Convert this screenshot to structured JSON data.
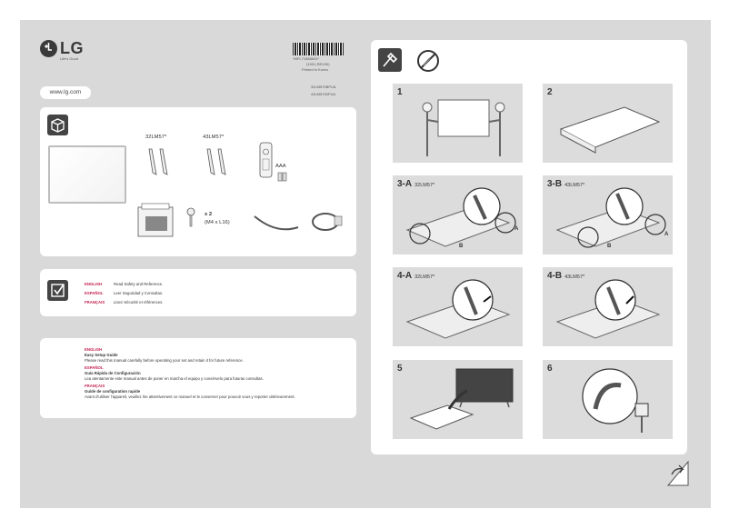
{
  "brand": {
    "name": "LG",
    "tagline": "Life's Good"
  },
  "barcode": {
    "text": "*MFL71688603*",
    "code": "(1901-REV00)",
    "printed": "Printed in Korea"
  },
  "models_header": [
    "32LM570BPUA",
    "43LM5700PUA"
  ],
  "website": "www.lg.com",
  "contents": {
    "models": [
      "32LM57*",
      "43LM57*"
    ],
    "battery": "AAA",
    "screw_qty": "x 2",
    "screw_size": "(M4 x L16)"
  },
  "safety": [
    {
      "lang": "ENGLISH",
      "text": "Read Safety and Reference."
    },
    {
      "lang": "ESPAÑOL",
      "text": "Leer Seguridad y Consultas."
    },
    {
      "lang": "FRANÇAIS",
      "text": "Lisez Sécurité et références."
    }
  ],
  "guide": [
    {
      "lang": "ENGLISH",
      "title": "Easy Setup Guide",
      "text": "Please read this manual carefully before operating your set and retain it for future reference."
    },
    {
      "lang": "ESPAÑOL",
      "title": "Guía Rápida de Configuración",
      "text": "Lea atentamente este manual antes de poner en marcha el equipo y consérvelo para futuras consultas."
    },
    {
      "lang": "FRANÇAIS",
      "title": "Guide de configuration rapide",
      "text": "Avant d'utiliser l'appareil, veuillez lire attentivement ce manuel et le conserver pour pouvoir vous y reporter ultérieurement."
    }
  ],
  "steps": [
    {
      "num": "1",
      "model": ""
    },
    {
      "num": "2",
      "model": ""
    },
    {
      "num": "3-A",
      "model": "32LM57*"
    },
    {
      "num": "3-B",
      "model": "43LM57*"
    },
    {
      "num": "4-A",
      "model": "32LM57*"
    },
    {
      "num": "4-B",
      "model": "43LM57*"
    },
    {
      "num": "5",
      "model": ""
    },
    {
      "num": "6",
      "model": ""
    }
  ],
  "callouts": {
    "a": "A",
    "b": "B"
  },
  "colors": {
    "accent": "#c4204f",
    "sheet": "#d9d9d9",
    "panel": "#ffffff",
    "step": "#dcdcdc"
  }
}
